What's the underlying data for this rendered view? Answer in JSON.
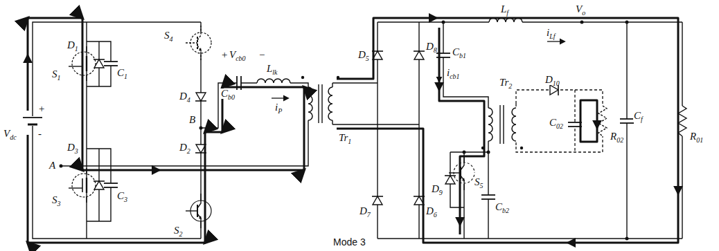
{
  "diagram": {
    "caption": "Mode 3",
    "labels": [
      "+",
      "Vdc",
      "-",
      "D1",
      "S1",
      "C1",
      "S4",
      "+",
      "Vcb0",
      "−",
      "Cb0",
      "Llk",
      "D4",
      "A",
      "B",
      "D3",
      "D2",
      "S3",
      "C3",
      "S2",
      "iP",
      "Tr1",
      "D5",
      "D8",
      "Lf",
      "Vo",
      "iLf",
      "Cb1",
      "icb1",
      "Tr2",
      "D10",
      "C02",
      "R02",
      "Cf",
      "R01",
      "D9",
      "S5",
      "Cb2",
      "D7",
      "D6"
    ]
  }
}
